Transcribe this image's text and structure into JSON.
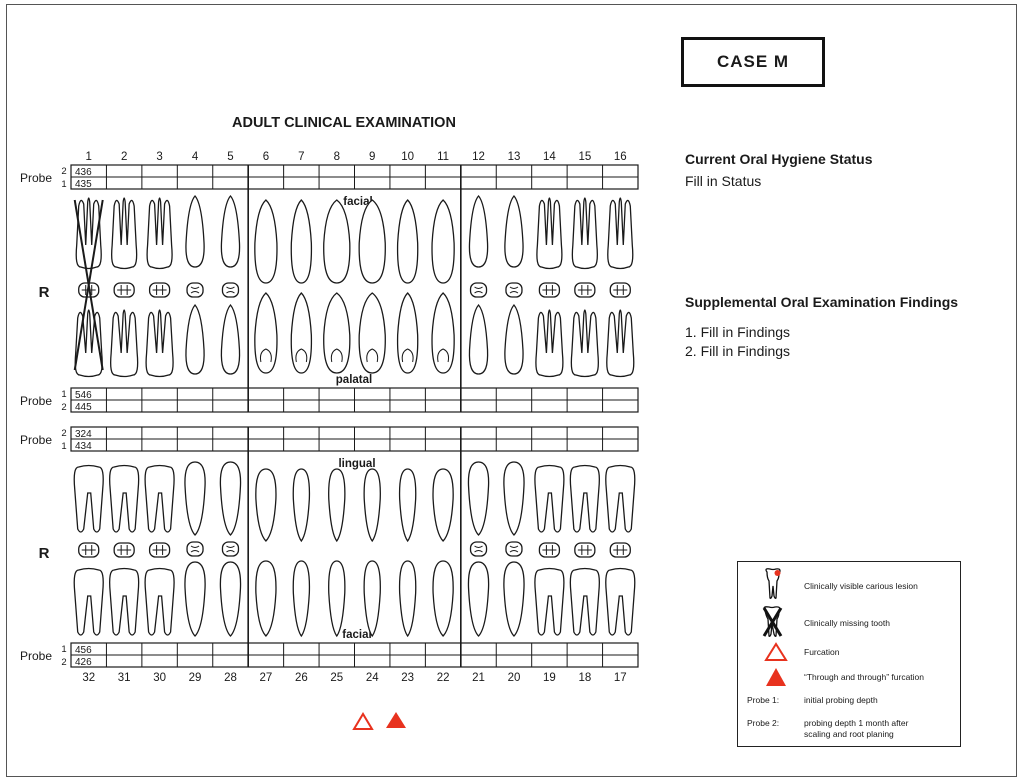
{
  "header": {
    "case_label": "CASE  M",
    "chart_title": "ADULT CLINICAL EXAMINATION"
  },
  "side": {
    "hygiene_heading": "Current Oral Hygiene Status",
    "hygiene_text": "Fill in Status",
    "findings_heading": "Supplemental Oral Examination Findings",
    "findings": [
      "1.  Fill in Findings",
      "2.  Fill in Findings"
    ]
  },
  "chart": {
    "upper_numbers": [
      "1",
      "2",
      "3",
      "4",
      "5",
      "6",
      "7",
      "8",
      "9",
      "10",
      "11",
      "12",
      "13",
      "14",
      "15",
      "16"
    ],
    "lower_numbers": [
      "32",
      "31",
      "30",
      "29",
      "28",
      "27",
      "26",
      "25",
      "24",
      "23",
      "22",
      "21",
      "20",
      "19",
      "18",
      "17"
    ],
    "probe_word": "Probe",
    "side_marker": "R",
    "surface_labels": {
      "upper_top": "facial",
      "upper_bottom": "palatal",
      "lower_top": "lingual",
      "lower_bottom": "facial"
    },
    "probe_rows": {
      "upper_facial": {
        "indices": [
          "2",
          "1"
        ],
        "values": [
          "436",
          "435"
        ]
      },
      "upper_palatal": {
        "indices": [
          "1",
          "2"
        ],
        "values": [
          "546",
          "445"
        ]
      },
      "lower_lingual": {
        "indices": [
          "2",
          "1"
        ],
        "values": [
          "324",
          "434"
        ]
      },
      "lower_facial": {
        "indices": [
          "1",
          "2"
        ],
        "values": [
          "456",
          "426"
        ]
      }
    },
    "missing_teeth": [
      "1"
    ]
  },
  "legend": {
    "items": [
      {
        "icon": "carious-lesion-icon",
        "text": "Clinically visible carious lesion"
      },
      {
        "icon": "missing-tooth-icon",
        "text": "Clinically missing tooth"
      },
      {
        "icon": "furcation-icon",
        "text": "Furcation"
      },
      {
        "icon": "through-furcation-icon",
        "text": "“Through and through” furcation"
      }
    ],
    "probe1_label": "Probe 1:",
    "probe1_text": "initial probing depth",
    "probe2_label": "Probe 2:",
    "probe2_text_1": "probing depth 1 month after",
    "probe2_text_2": "scaling and root planing"
  },
  "colors": {
    "furcation": "#e8321e",
    "ink": "#1a1a1a"
  }
}
